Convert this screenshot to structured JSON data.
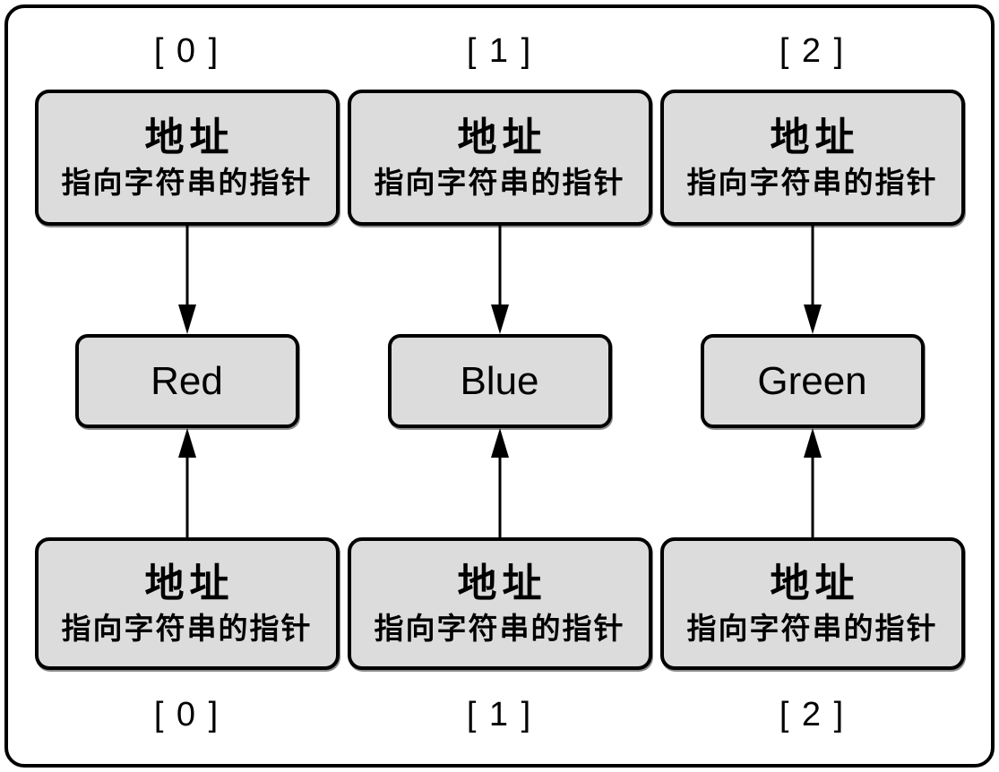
{
  "diagram": {
    "colors": {
      "box_fill": "#dcdcdc",
      "border": "#000000",
      "background": "#ffffff"
    },
    "columns": [
      {
        "top_index": "[ 0 ]",
        "top_box": {
          "title": "地址",
          "subtitle": "指向字符串的指针"
        },
        "value": "Red",
        "bottom_box": {
          "title": "地址",
          "subtitle": "指向字符串的指针"
        },
        "bottom_index": "[ 0 ]"
      },
      {
        "top_index": "[ 1 ]",
        "top_box": {
          "title": "地址",
          "subtitle": "指向字符串的指针"
        },
        "value": "Blue",
        "bottom_box": {
          "title": "地址",
          "subtitle": "指向字符串的指针"
        },
        "bottom_index": "[ 1 ]"
      },
      {
        "top_index": "[ 2 ]",
        "top_box": {
          "title": "地址",
          "subtitle": "指向字符串的指针"
        },
        "value": "Green",
        "bottom_box": {
          "title": "地址",
          "subtitle": "指向字符串的指针"
        },
        "bottom_index": "[ 2 ]"
      }
    ]
  }
}
